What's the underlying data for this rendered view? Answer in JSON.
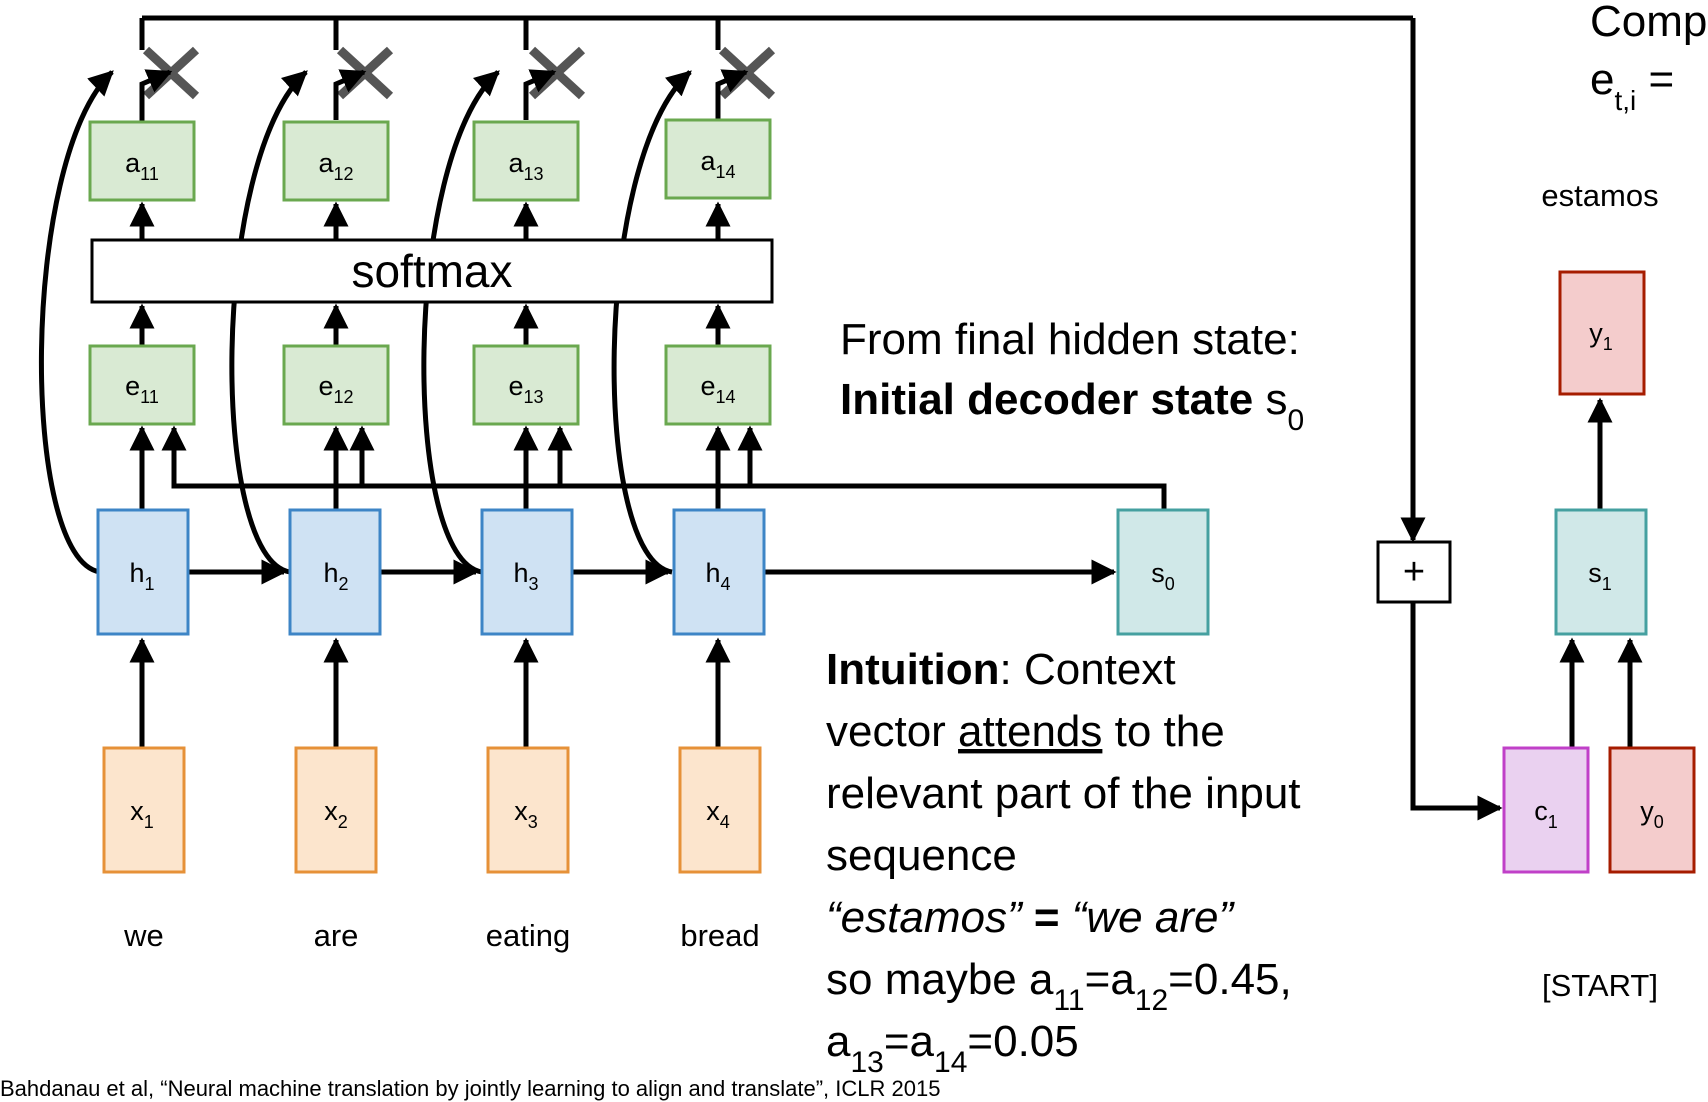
{
  "header_fragment": {
    "line1": "Comp",
    "line2_main": "e",
    "line2_sub": "t,i",
    "line2_rest": " = "
  },
  "attention_weights": [
    {
      "main": "a",
      "sub": "11"
    },
    {
      "main": "a",
      "sub": "12"
    },
    {
      "main": "a",
      "sub": "13"
    },
    {
      "main": "a",
      "sub": "14"
    }
  ],
  "softmax_label": "softmax",
  "alignment_scores": [
    {
      "main": "e",
      "sub": "11"
    },
    {
      "main": "e",
      "sub": "12"
    },
    {
      "main": "e",
      "sub": "13"
    },
    {
      "main": "e",
      "sub": "14"
    }
  ],
  "hidden_states": [
    {
      "main": "h",
      "sub": "1"
    },
    {
      "main": "h",
      "sub": "2"
    },
    {
      "main": "h",
      "sub": "3"
    },
    {
      "main": "h",
      "sub": "4"
    }
  ],
  "inputs": [
    {
      "main": "x",
      "sub": "1"
    },
    {
      "main": "x",
      "sub": "2"
    },
    {
      "main": "x",
      "sub": "3"
    },
    {
      "main": "x",
      "sub": "4"
    }
  ],
  "input_words": [
    "we",
    "are",
    "eating",
    "bread"
  ],
  "decoder": {
    "s0": {
      "main": "s",
      "sub": "0"
    },
    "s1": {
      "main": "s",
      "sub": "1"
    },
    "y1": {
      "main": "y",
      "sub": "1"
    },
    "c1": {
      "main": "c",
      "sub": "1"
    },
    "y0": {
      "main": "y",
      "sub": "0"
    },
    "plus": "+",
    "output_word": "estamos",
    "start_token": "[START]"
  },
  "final_state_note": {
    "line1": "From final hidden state:",
    "line2_bold": "Initial decoder state",
    "line2_main": " s",
    "line2_sub": "0"
  },
  "intuition": {
    "bold": "Intuition",
    "rest1": ": Context",
    "line2_pre": "vector ",
    "line2_underline": "attends",
    "line2_post": " to the",
    "line3": "relevant part of the input",
    "line4": "sequence",
    "line5_a": "“estamos”",
    "line5_eq": " = ",
    "line5_b": "“we are”",
    "line6_pre": "so maybe a",
    "line6_sub1": "11",
    "line6_mid": "=a",
    "line6_sub2": "12",
    "line6_post": "=0.45,",
    "line7_a": "a",
    "line7_sub1": "13",
    "line7_mid": "=a",
    "line7_sub2": "14",
    "line7_post": "=0.05"
  },
  "citation": "Bahdanau et al, “Neural machine translation by jointly learning to align and translate”, ICLR 2015",
  "colors": {
    "green_fill": "#d9ead3",
    "green_stroke": "#6aa84f",
    "blue_fill": "#cfe2f3",
    "blue_stroke": "#3d85c6",
    "orange_fill": "#fce5cd",
    "orange_stroke": "#e69138",
    "teal_fill": "#d0e8e8",
    "teal_stroke": "#45a0a0",
    "red_fill": "#f4cccc",
    "red_stroke": "#a61c00",
    "purple_fill": "#ead1f0",
    "purple_stroke": "#c040c8",
    "cross": "#555555"
  }
}
